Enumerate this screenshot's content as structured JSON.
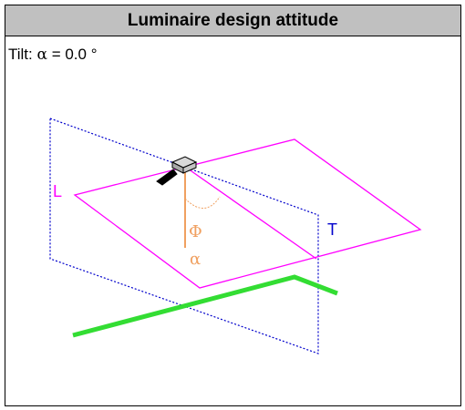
{
  "header": {
    "title": "Luminaire design attitude"
  },
  "readout": {
    "tilt_prefix": "Tilt: ",
    "tilt_symbol": "α",
    "tilt_value": " = 0.0 °"
  },
  "diagram": {
    "labels": {
      "longitudinal_plane": "L",
      "transverse_plane": "T",
      "phi": "Φ",
      "alpha": "α"
    },
    "colors": {
      "header_bg": "#c0c0c0",
      "longitudinal_plane": "#ff00ff",
      "transverse_plane": "#0000cc",
      "luminaire_axis": "#f0a060",
      "road": "#33dd33",
      "luminaire_body": "#b0b0b0",
      "luminaire_bracket": "#000000"
    }
  }
}
